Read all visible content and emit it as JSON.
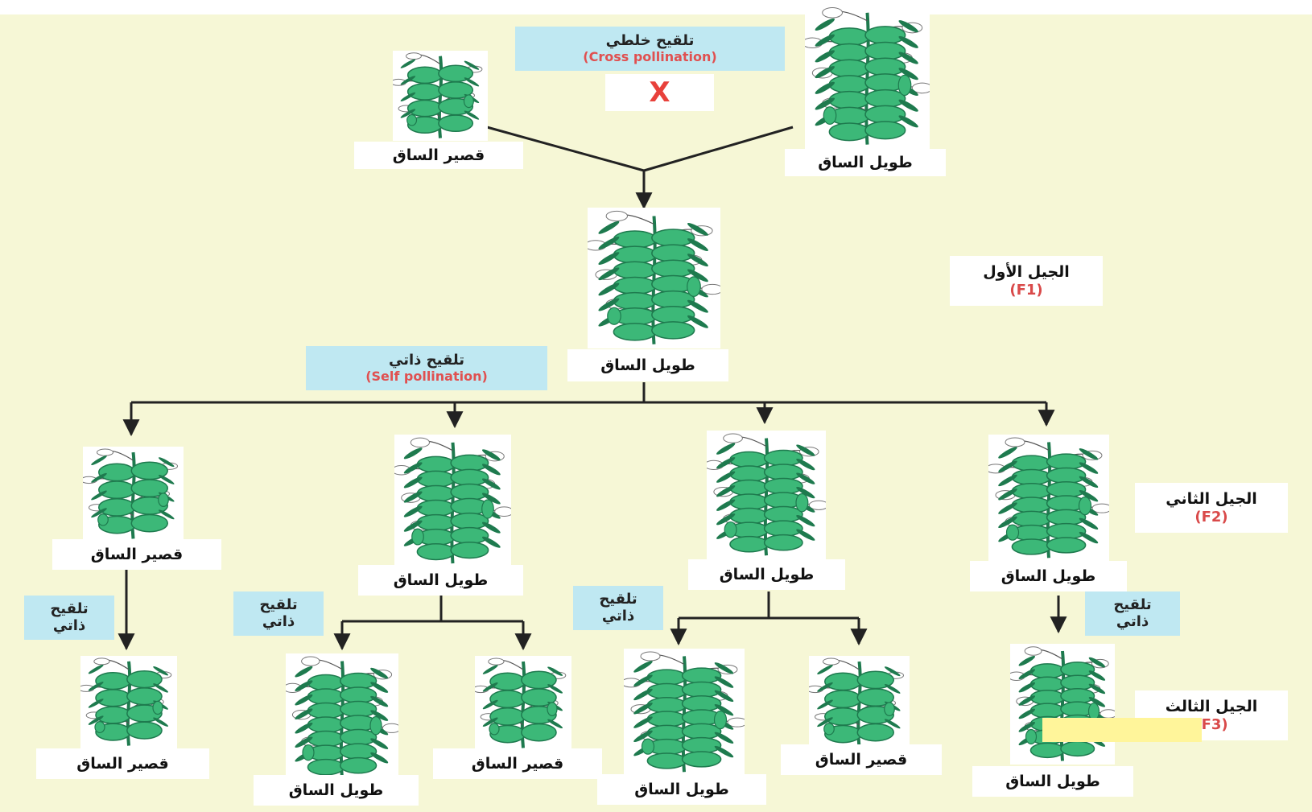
{
  "title": "",
  "labels": {
    "short_stem": "قصير الساق",
    "tall_stem": "طويل الساق"
  },
  "cross_pollination": {
    "arabic": "تلقيح خلطي",
    "english": "(Cross pollination)",
    "symbol": "X"
  },
  "self_pollination": {
    "arabic": "تلقيح ذاتي",
    "english": "(Self pollination)"
  },
  "self_pollination_small": {
    "line1": "تلقيح",
    "line2": "ذاتي"
  },
  "generations": {
    "f1": {
      "arabic": "الجيل الأول",
      "code": "(F1)"
    },
    "f2": {
      "arabic": "الجيل الثاني",
      "code": "(F2)"
    },
    "f3": {
      "arabic": "الجيل الثالث",
      "code": "(F3)"
    }
  },
  "colors": {
    "background": "#f6f7d6",
    "leaf": "#3cb878",
    "leaf_dark": "#1e7a4e",
    "callout": "#bfe8f2",
    "accent_red": "#e05050",
    "highlight": "#fff59a"
  }
}
